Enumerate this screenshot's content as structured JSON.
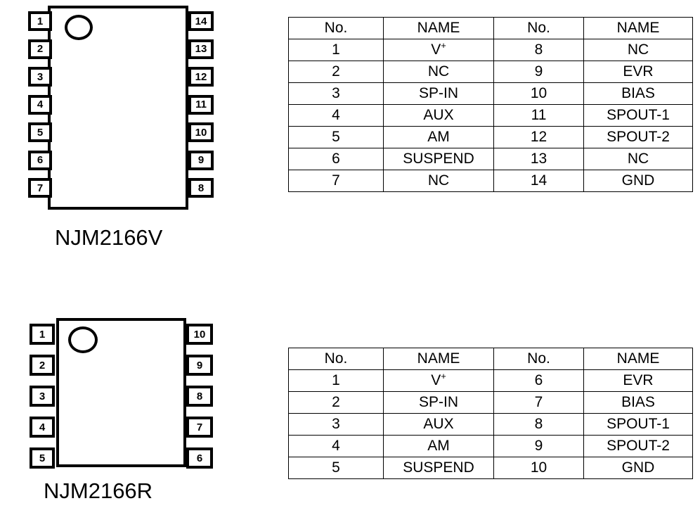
{
  "packages": [
    {
      "id": "njm2166v",
      "label": "NJM2166V",
      "pin_count": 14,
      "left_pins": [
        "1",
        "2",
        "3",
        "4",
        "5",
        "6",
        "7"
      ],
      "right_pins": [
        "14",
        "13",
        "12",
        "11",
        "10",
        "9",
        "8"
      ],
      "marker": "pin1-dot-icon"
    },
    {
      "id": "njm2166r",
      "label": "NJM2166R",
      "pin_count": 10,
      "left_pins": [
        "1",
        "2",
        "3",
        "4",
        "5"
      ],
      "right_pins": [
        "10",
        "9",
        "8",
        "7",
        "6"
      ],
      "marker": "pin1-dot-icon"
    }
  ],
  "tables": [
    {
      "id": "njm2166v-pinout",
      "headers": [
        "No.",
        "NAME",
        "No.",
        "NAME"
      ],
      "rows": [
        [
          "1",
          "V+",
          "8",
          "NC"
        ],
        [
          "2",
          "NC",
          "9",
          "EVR"
        ],
        [
          "3",
          "SP-IN",
          "10",
          "BIAS"
        ],
        [
          "4",
          "AUX",
          "11",
          "SPOUT-1"
        ],
        [
          "5",
          "AM",
          "12",
          "SPOUT-2"
        ],
        [
          "6",
          "SUSPEND",
          "13",
          "NC"
        ],
        [
          "7",
          "NC",
          "14",
          "GND"
        ]
      ]
    },
    {
      "id": "njm2166r-pinout",
      "headers": [
        "No.",
        "NAME",
        "No.",
        "NAME"
      ],
      "rows": [
        [
          "1",
          "V+",
          "6",
          "EVR"
        ],
        [
          "2",
          "SP-IN",
          "7",
          "BIAS"
        ],
        [
          "3",
          "AUX",
          "8",
          "SPOUT-1"
        ],
        [
          "4",
          "AM",
          "9",
          "SPOUT-2"
        ],
        [
          "5",
          "SUSPEND",
          "10",
          "GND"
        ]
      ]
    }
  ],
  "colors": {
    "ink": "#000000",
    "paper": "#ffffff"
  }
}
